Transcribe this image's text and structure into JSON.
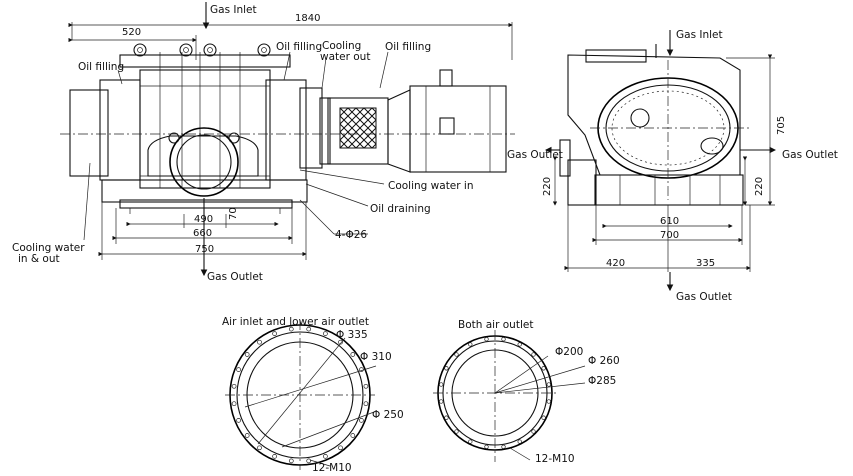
{
  "labels": {
    "gas_inlet_top": "Gas Inlet",
    "gas_inlet_side": "Gas Inlet",
    "oil_filling_left": "Oil filling",
    "oil_filling_mid": "Oil filling",
    "cooling_water_out": "Cooling\nwater out",
    "oil_filling_right": "Oil filling",
    "gas_outlet_side_left": "Gas Outlet",
    "gas_outlet_side_right": "Gas Outlet",
    "cooling_water_in": "Cooling water in",
    "oil_draining": "Oil draining",
    "cooling_water_in_out": "Cooling water\nin & out",
    "gas_outlet_front": "Gas  Outlet",
    "gas_outlet_side_bottom": "Gas Outlet",
    "holes_front": "4-Φ26",
    "flange1_title": "Air inlet and lower air outlet",
    "flange2_title": "Both air outlet"
  },
  "dimensions": {
    "total_length": "1840",
    "d520": "520",
    "d490": "490",
    "d660": "660",
    "d750": "750",
    "d70": "70",
    "height_705": "705",
    "h220_left": "220",
    "h220_right": "220",
    "d610": "610",
    "d700": "700",
    "d420": "420",
    "d335": "335"
  },
  "flange1": {
    "d_outer": "Φ 335",
    "d_mid": "Φ 310",
    "d_inner": "Φ 250",
    "bolts": "12-M10"
  },
  "flange2": {
    "d_inner": "Φ200",
    "d_mid": "Φ 260",
    "d_outer": "Φ285",
    "bolts": "12-M10"
  }
}
